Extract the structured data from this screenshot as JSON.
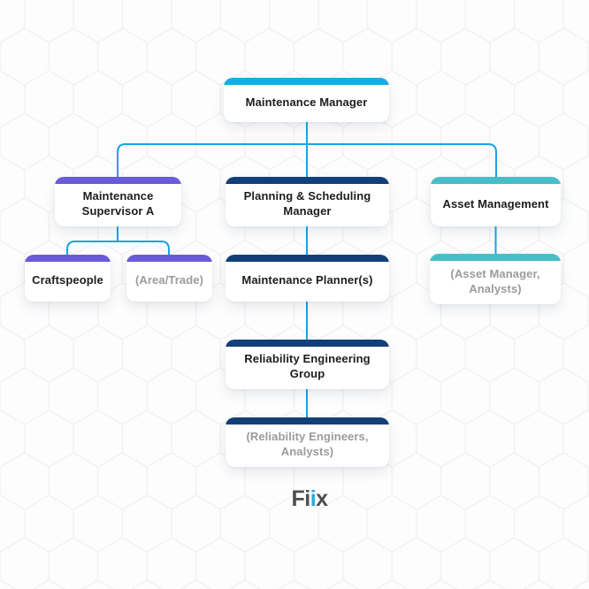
{
  "colors": {
    "lightblue": "#1CABE2",
    "purple": "#6A5BD8",
    "navy": "#123F77",
    "teal": "#47BEC7",
    "connector": "#16A5E3",
    "text": "#1D1D1F",
    "muted_text": "#9B9B9B",
    "logo_dark": "#4D4E50",
    "logo_blue": "#2AA9E0"
  },
  "org_chart": {
    "nodes": {
      "maintenance_manager": {
        "label": "Maintenance Manager",
        "accent": "lightblue",
        "muted": false
      },
      "maintenance_supervisor": {
        "label": "Maintenance Supervisor A",
        "accent": "purple",
        "muted": false
      },
      "planning_manager": {
        "label": "Planning & Scheduling Manager",
        "accent": "navy",
        "muted": false
      },
      "asset_management": {
        "label": "Asset Management",
        "accent": "teal",
        "muted": false
      },
      "craftspeople": {
        "label": "Craftspeople",
        "accent": "purple",
        "muted": false
      },
      "area_trade": {
        "label": "(Area/Trade)",
        "accent": "purple",
        "muted": true
      },
      "maintenance_planners": {
        "label": "Maintenance Planner(s)",
        "accent": "navy",
        "muted": false
      },
      "asset_staff": {
        "label": "(Asset Manager, Analysts)",
        "accent": "teal",
        "muted": true
      },
      "reliability_group": {
        "label": "Reliability Engineering Group",
        "accent": "navy",
        "muted": false
      },
      "reliability_staff": {
        "label": "(Reliability Engineers, Analysts)",
        "accent": "navy",
        "muted": true
      }
    }
  },
  "logo": {
    "f": "F",
    "i1": "i",
    "i2": "i",
    "x": "x"
  }
}
